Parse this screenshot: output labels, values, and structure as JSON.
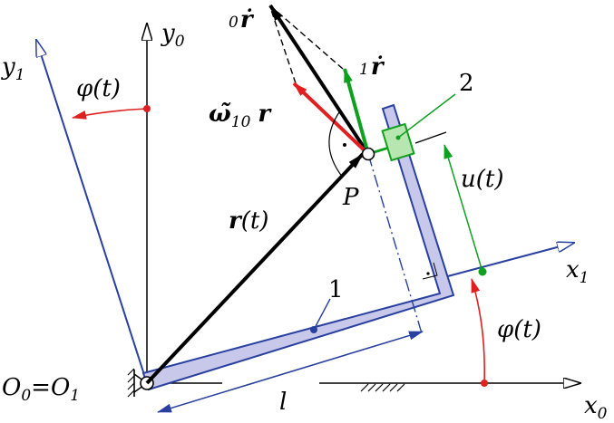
{
  "labels": {
    "y0": "y",
    "y0_sub": "0",
    "y1": "y",
    "y1_sub": "1",
    "x0": "x",
    "x0_sub": "0",
    "x1": "x",
    "x1_sub": "1",
    "phi_top": "φ(t)",
    "phi_right": "φ(t)",
    "origin": "O",
    "origin_sub0": "0",
    "origin_eq": "=",
    "origin_O1": "O",
    "origin_sub1": "1",
    "point_P": "P",
    "r_t": "r",
    "r_t_arg": "(t)",
    "u_t": "u(t)",
    "l": "l",
    "body1": "1",
    "body2": "2",
    "v0_pre": "0",
    "v0": "ṙ",
    "v1_pre": "1",
    "v1": "ṙ",
    "omega": "ω̃",
    "omega_sub": "10",
    "omega_r": "r",
    "right_angle_dot": "·"
  },
  "colors": {
    "frame_blue": "#2a40a0",
    "body_fill": "#c8c8ea",
    "red": "#e02020",
    "green": "#10a020",
    "slider_fill": "#b8e6b0",
    "black": "#000000"
  }
}
